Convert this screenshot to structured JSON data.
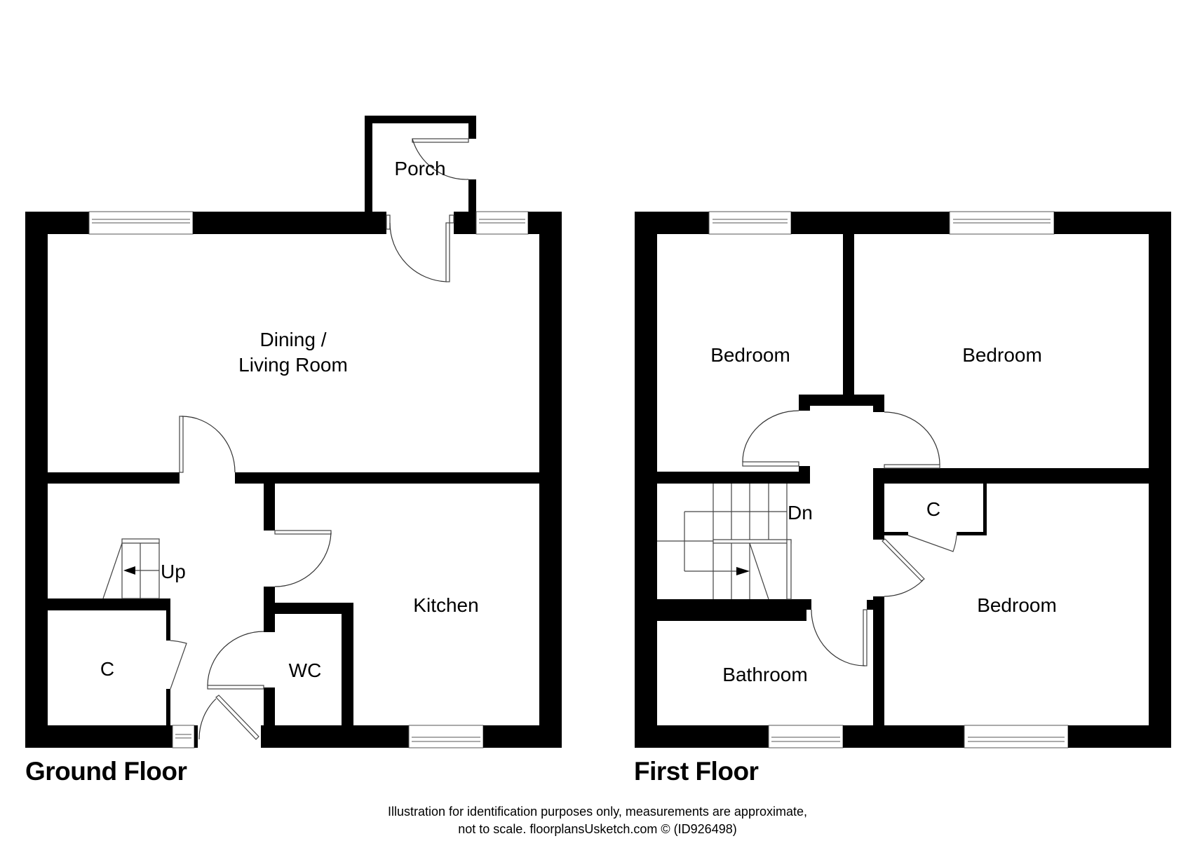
{
  "floors": {
    "ground": {
      "title": "Ground Floor",
      "rooms": {
        "porch": "Porch",
        "living_line1": "Dining /",
        "living_line2": "Living Room",
        "kitchen": "Kitchen",
        "wc": "WC",
        "cupboard": "C",
        "stairs": "Up"
      }
    },
    "first": {
      "title": "First Floor",
      "rooms": {
        "bedroom_1": "Bedroom",
        "bedroom_2": "Bedroom",
        "bedroom_3": "Bedroom",
        "bathroom": "Bathroom",
        "cupboard": "C",
        "stairs": "Dn"
      }
    }
  },
  "footer": {
    "line1": "Illustration for identification purposes only, measurements are approximate,",
    "line2": "not to scale. floorplansUsketch.com © (ID926498)"
  },
  "colors": {
    "wall": "#000000",
    "background": "#ffffff"
  }
}
